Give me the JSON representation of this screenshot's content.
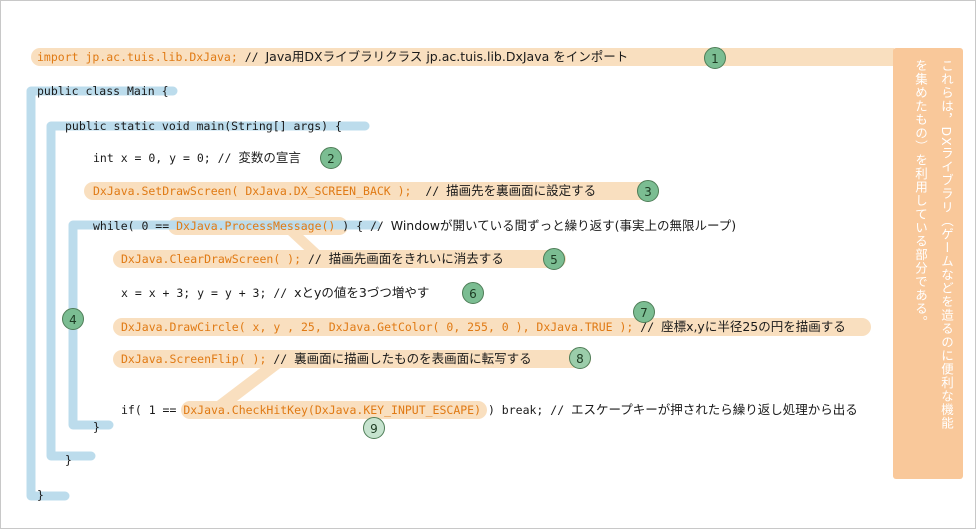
{
  "colors": {
    "orange_highlight": "#f9dfbf",
    "blue_bracket": "#bcdcec",
    "orange_text": "#e07a14",
    "badge_green": "#7bbd92",
    "badge_border": "#4e7d57"
  },
  "code": {
    "line1": {
      "code": "import jp.ac.tuis.lib.DxJava;",
      "comment_prefix": " // ",
      "comment": "Java用DXライブラリクラス jp.ac.tuis.lib.DxJava をインポート"
    },
    "line2": {
      "code": "public class Main {"
    },
    "line3": {
      "code": "public static void main(String[] args) {"
    },
    "line4": {
      "code": "int x = 0, y = 0; // ",
      "comment": "変数の宣言"
    },
    "line5": {
      "code": "DxJava.SetDrawScreen( DxJava.DX_SCREEN_BACK );",
      "comment_prefix": "  // ",
      "comment": "描画先を裏画面に設定する"
    },
    "line6": {
      "pre": "while( 0 == ",
      "call": "DxJava.ProcessMessage()",
      "post": " ) { // ",
      "comment": "Windowが開いている間ずっと繰り返す(事実上の無限ループ)"
    },
    "line7": {
      "code": "DxJava.ClearDrawScreen( );",
      "comment_prefix": " // ",
      "comment": "描画先画面をきれいに消去する"
    },
    "line8": {
      "code": "x = x + 3; y = y + 3; // ",
      "comment": "xとyの値を3づつ増やす"
    },
    "line9": {
      "code": "DxJava.DrawCircle( x, y , 25, DxJava.GetColor( 0, 255, 0 ), DxJava.TRUE );",
      "comment_prefix": " // ",
      "comment": "座標x,yに半径25の円を描画する"
    },
    "line10": {
      "code": "DxJava.ScreenFlip( );",
      "comment_prefix": " // ",
      "comment": "裏画面に描画したものを表画面に転写する"
    },
    "line11": {
      "pre": "if( 1 == ",
      "call": "DxJava.CheckHitKey(DxJava.KEY_INPUT_ESCAPE)",
      "post": " ) break; // ",
      "comment": "エスケープキーが押されたら繰り返し処理から出る"
    },
    "close_while": "}",
    "close_main": "}",
    "close_class": "}"
  },
  "badges": [
    "1",
    "2",
    "3",
    "4",
    "5",
    "6",
    "7",
    "8",
    "9"
  ],
  "note": "これらは，DXライブラリ（ゲームなどを造るのに便利な機能を集めたもの）を利用している部分である。"
}
